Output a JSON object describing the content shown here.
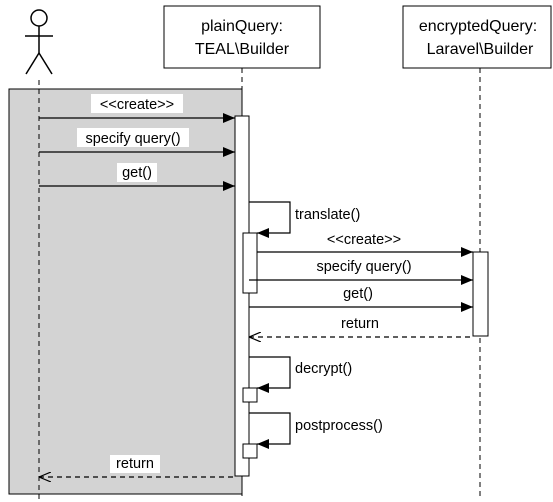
{
  "lifelines": {
    "plain_query": {
      "line1": "plainQuery:",
      "line2": "TEAL\\Builder"
    },
    "encrypted_query": {
      "line1": "encryptedQuery:",
      "line2": "Laravel\\Builder"
    }
  },
  "messages": {
    "create_plain": "<<create>>",
    "specify_plain": "specify query()",
    "get_plain": "get()",
    "translate": "translate()",
    "create_encrypted": "<<create>>",
    "specify_encrypted": "specify query()",
    "get_encrypted": "get()",
    "return_encrypted": "return",
    "decrypt": "decrypt()",
    "postprocess": "postprocess()",
    "return_plain": "return"
  },
  "colors": {
    "frame_fill": "#d3d3d3",
    "line": "#000000",
    "background": "#ffffff"
  }
}
